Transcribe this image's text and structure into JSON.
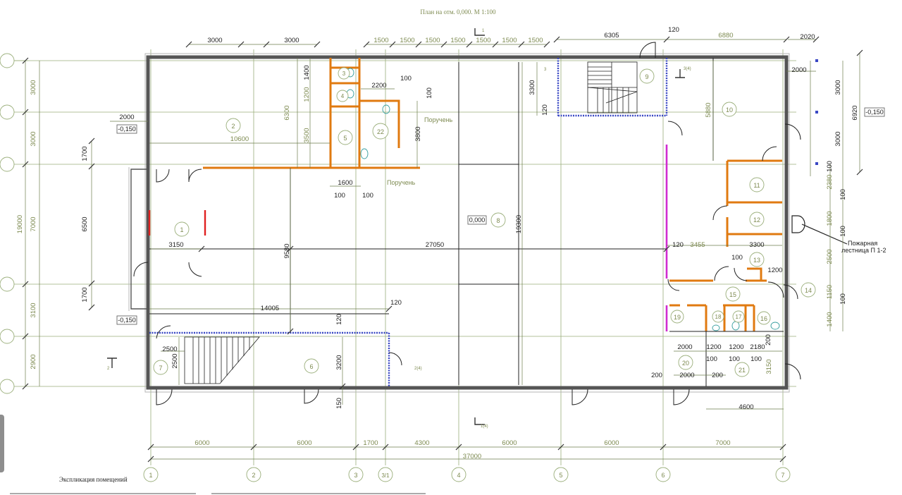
{
  "plan_title": "План   на отм. 0,000.  М 1:100",
  "explication_title": "Экспликация помещений",
  "colors": {
    "wall": "#5a5a5a",
    "wall_fill": "#8c8c8c",
    "grid": "#9aae7a",
    "dim": "#6d7d4e",
    "partition": "#e07a10",
    "glass": "#3a48c4",
    "magenta": "#d02bd0",
    "red": "#e02020",
    "text_green": "#7d8a50"
  },
  "axes_bottom": [
    "1",
    "2",
    "3",
    "3/1",
    "4",
    "5",
    "6",
    "7"
  ],
  "bottom_spans": [
    "6000",
    "6000",
    "1700",
    "4300",
    "6000",
    "6000",
    "7000"
  ],
  "overall_width": "37000",
  "left_dims": [
    "3000",
    "3000",
    "19000",
    "7000",
    "3100",
    "2900"
  ],
  "top_dims_left": [
    "3000",
    "3000"
  ],
  "top_dims_mid": [
    "1500",
    "1500",
    "1500",
    "1500",
    "1500",
    "1500",
    "1500"
  ],
  "top_dims_right": [
    "6305",
    "120",
    "6880",
    "2020",
    "2000"
  ],
  "right_dims": [
    "3000",
    "3000",
    "6920",
    "100",
    "2380",
    "100",
    "1800",
    "100",
    "2500",
    "1150",
    "100",
    "1400"
  ],
  "levels": {
    "outer_top": "-0,150",
    "outer_left_bottom": "-0,150",
    "right": "-0,150",
    "floor": "0,000"
  },
  "rooms": [
    "1",
    "2",
    "3",
    "4",
    "5",
    "6",
    "7",
    "8",
    "9",
    "10",
    "11",
    "12",
    "13",
    "14",
    "15",
    "16",
    "17",
    "18",
    "19",
    "20",
    "21",
    "22"
  ],
  "labels": {
    "handrail_1": "Поручень",
    "handrail_2": "Поручень",
    "fire_ladder_1": "Пожарная",
    "fire_ladder_2": "лестница П 1-2"
  },
  "inner_dims": {
    "d2000a": "2000",
    "d1700a": "1700",
    "d6500": "6500",
    "d1700b": "1700",
    "d10600": "10600",
    "d6300": "6300",
    "d3500": "3500",
    "d3150": "3150",
    "d27050": "27050",
    "d9580": "9580",
    "d19300": "19300",
    "d14005": "14005",
    "d120a": "120",
    "d120b": "120",
    "d3200": "3200",
    "d150": "150",
    "d2500a": "2500",
    "d2500b": "2500",
    "d2200": "2200",
    "d100a": "100",
    "d100b": "100",
    "d3800": "3800",
    "d1600": "1600",
    "d100c": "100",
    "d100d": "100",
    "d1400": "1400",
    "d1200v": "1200",
    "d3300v": "3300",
    "d120c": "120",
    "d5880": "5880",
    "d3455": "3455",
    "d3300": "3300",
    "d120d": "120",
    "d1200": "1200",
    "d2000b": "2000",
    "d1200b": "1200",
    "d1200c": "1200",
    "d2180": "2180",
    "d2000c": "2000",
    "d200a": "200",
    "d200b": "200",
    "d3150b": "3150",
    "d4600": "4600",
    "d100e": "100",
    "d100f": "100",
    "d100g": "100",
    "d200v": "200",
    "d100h": "100"
  },
  "section_marks": {
    "s1": "1",
    "s1b": "1(4)",
    "s2": "2",
    "s2b": "2(4)",
    "s3": "3",
    "s3b": "3(4)"
  }
}
